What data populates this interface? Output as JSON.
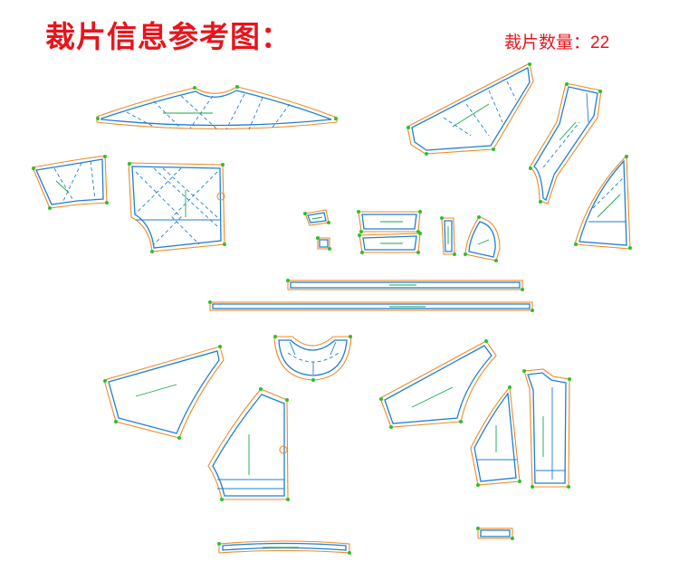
{
  "header": {
    "title": "裁片信息参考图：",
    "count_label": "裁片数量：",
    "count_value": "22"
  },
  "colors": {
    "title": "#e8141b",
    "piece_inner": "#1f7fd6",
    "piece_outer": "#f08a24",
    "grainline": "#15a84a",
    "corner_point": "#2bc02b"
  }
}
